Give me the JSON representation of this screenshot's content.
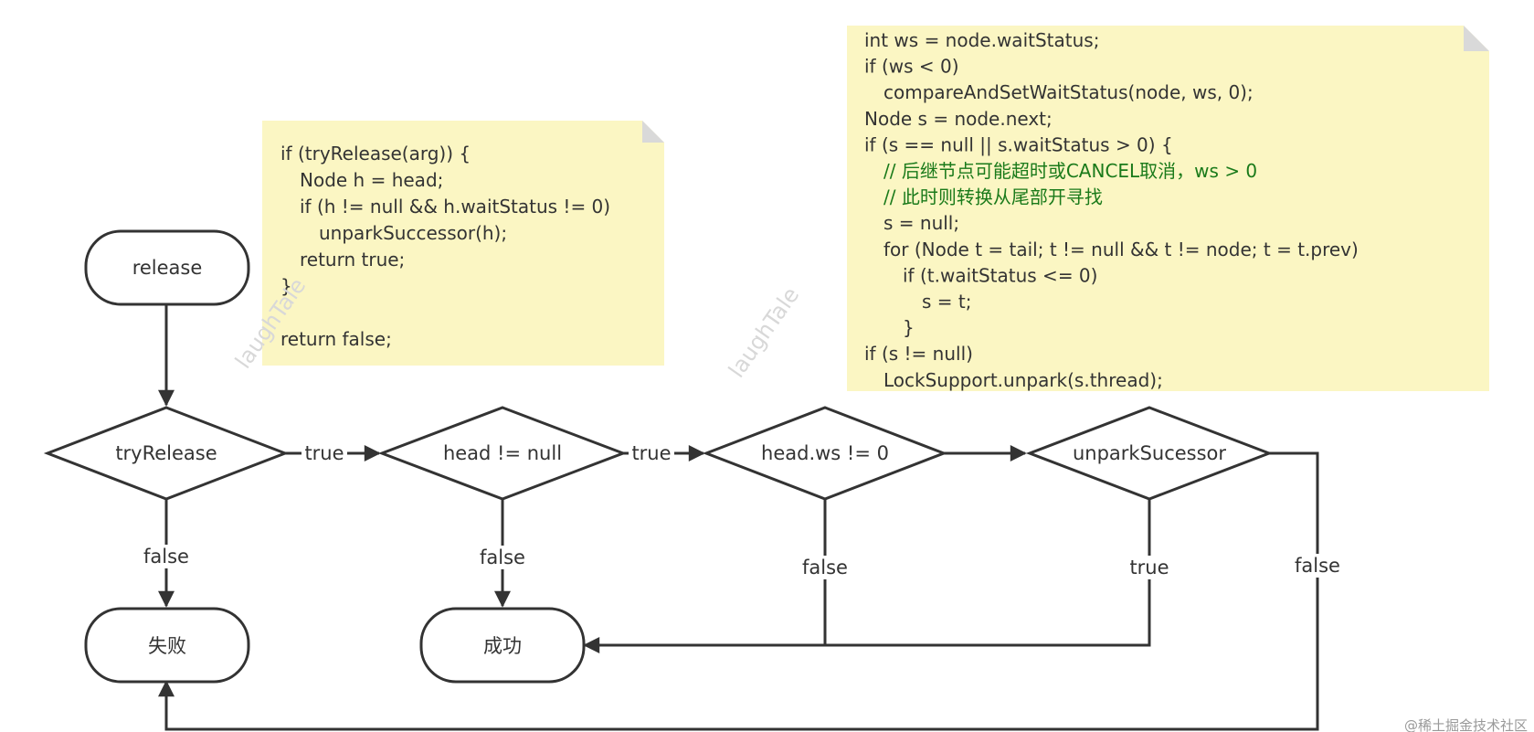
{
  "nodes": {
    "release": "release",
    "try_release": "tryRelease",
    "head_not_null": "head != null",
    "head_ws": "head.ws != 0",
    "unpark": "unparkSucessor",
    "fail": "失败",
    "success": "成功"
  },
  "edges": {
    "try_release_true": "true",
    "head_not_null_true": "true",
    "try_release_false": "false",
    "head_not_null_false": "false",
    "head_ws_false": "false",
    "unpark_true": "true",
    "unpark_false": "false"
  },
  "note_release": [
    "if (tryRelease(arg)) {",
    "   Node h = head;",
    "   if (h != null && h.waitStatus != 0)",
    "      unparkSuccessor(h);",
    "   return true;",
    "}",
    "",
    "return false;"
  ],
  "note_unpark": [
    "int ws = node.waitStatus;",
    "if (ws < 0)",
    "   compareAndSetWaitStatus(node, ws, 0);",
    "Node s = node.next;",
    "if (s == null || s.waitStatus > 0) {",
    "   // 后继节点可能超时或CANCEL取消，ws > 0",
    "   // 此时则转换从尾部开寻找",
    "   s = null;",
    "   for (Node t = tail; t != null && t != node; t = t.prev)",
    "      if (t.waitStatus <= 0)",
    "         s = t;",
    "      }",
    "if (s != null)",
    "   LockSupport.unpark(s.thread);"
  ],
  "note_unpark_comment_lines": [
    5,
    6
  ],
  "watermarks": [
    "laughTale",
    "laughTale"
  ],
  "footer": "@稀土掘金技术社区",
  "colors": {
    "stroke": "#333333",
    "note_fill": "#fbf6c3",
    "note_fold": "#d9d9d9",
    "comment": "#1a7a1a",
    "watermark": "#d8d8d8"
  }
}
